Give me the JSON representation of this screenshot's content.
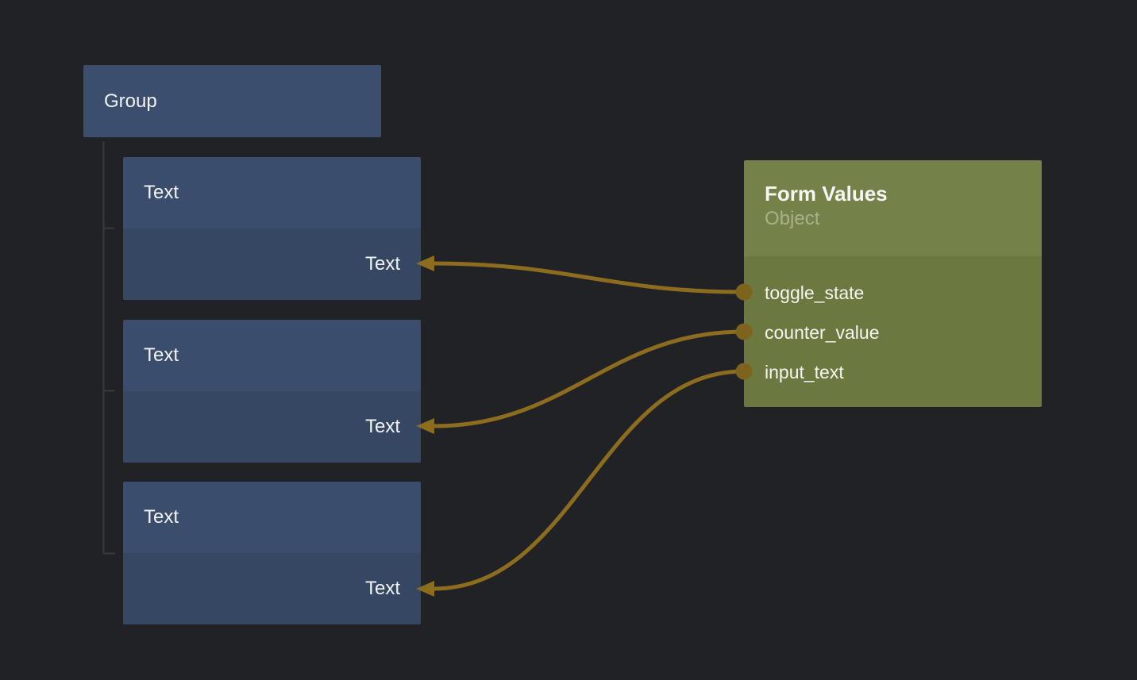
{
  "canvas": {
    "background_color": "#212225"
  },
  "group_node": {
    "title": "Group"
  },
  "text_nodes": [
    {
      "title": "Text",
      "input_port_label": "Text"
    },
    {
      "title": "Text",
      "input_port_label": "Text"
    },
    {
      "title": "Text",
      "input_port_label": "Text"
    }
  ],
  "form_values_node": {
    "title": "Form Values",
    "subtitle": "Object",
    "output_ports": [
      "toggle_state",
      "counter_value",
      "input_text"
    ]
  },
  "edges": [
    {
      "from_port": "toggle_state",
      "to_node": "text-node-1",
      "to_port": "Text"
    },
    {
      "from_port": "counter_value",
      "to_node": "text-node-2",
      "to_port": "Text"
    },
    {
      "from_port": "input_text",
      "to_node": "text-node-3",
      "to_port": "Text"
    }
  ],
  "colors": {
    "background": "#212225",
    "slate_node_header": "#3b4d6c",
    "slate_node_body": "#364764",
    "olive_node_header": "#748249",
    "olive_node_body": "#6b7941",
    "wire": "#8c6d1f",
    "port_dot": "#7e631e",
    "tree_line": "#3a3a3c",
    "title_text": "#f1f3f5",
    "subtitle_text": "#a9b189"
  }
}
